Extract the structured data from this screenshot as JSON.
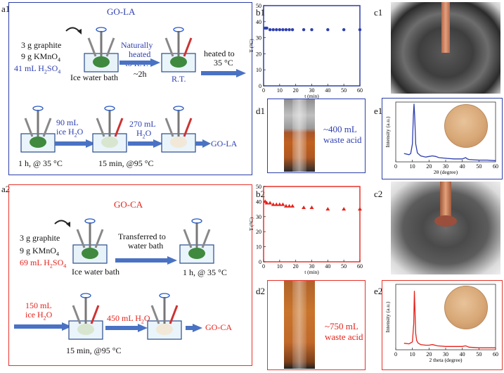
{
  "panels": {
    "a1": "a1",
    "a2": "a2",
    "b1": "b1",
    "b2": "b2",
    "c1": "c1",
    "c2": "c2",
    "d1": "d1",
    "d2": "d2",
    "e1": "e1",
    "e2": "e2"
  },
  "a1": {
    "title": "GO-LA",
    "reagent1": "3 g graphite",
    "reagent2": "9 g  KMnO",
    "reagent2_sub": "4",
    "reagent3": "41 mL H",
    "reagent3_sub1": "2",
    "reagent3_mid": "SO",
    "reagent3_sub2": "4",
    "bath1": "Ice water bath",
    "step1a": "Naturally",
    "step1b": "heated",
    "step1c": "to R.T.",
    "step1d": "~2h",
    "rt": "R.T.",
    "step2a": "heated to",
    "step2b": "35 °C",
    "water1a": "90 mL",
    "water1b": "ice H",
    "water1b_sub": "2",
    "water1b_end": "O",
    "water2a": "270 mL",
    "water2b": "H",
    "water2b_sub": "2",
    "water2b_end": "O",
    "cond1": "1 h, @ 35 °C",
    "cond2": "15 min, @95 °C",
    "product": "GO-LA"
  },
  "a2": {
    "title": "GO-CA",
    "reagent1": "3 g graphite",
    "reagent2": "9 g  KMnO",
    "reagent2_sub": "4",
    "reagent3": "69 mL H",
    "reagent3_sub1": "2",
    "reagent3_mid": "SO",
    "reagent3_sub2": "4",
    "bath1": "Ice water bath",
    "step1a": "Transferred to",
    "step1b": "water bath",
    "cond1": "1 h, @ 35 °C",
    "water1a": "150 mL",
    "water1b": "ice H",
    "water1b_sub": "2",
    "water1b_end": "O",
    "water2": "450 mL H",
    "water2_sub": "2",
    "water2_end": "O",
    "cond2": "15 min, @95 °C",
    "product": "GO-CA"
  },
  "d1": {
    "text1": "~400 mL",
    "text2": "waste acid"
  },
  "d2": {
    "text1": "~750 mL",
    "text2": "waste acid"
  },
  "colors": {
    "blue": "#2e3fb0",
    "red": "#e4231b",
    "blue_frame": "#2d3fa8",
    "red_frame": "#e8322b"
  },
  "chart_data": [
    {
      "id": "b1",
      "type": "scatter",
      "xlabel": "t (min)",
      "ylabel": "T (°C)",
      "xlim": [
        0,
        60
      ],
      "ylim": [
        0,
        50
      ],
      "xticks": [
        0,
        10,
        20,
        30,
        40,
        50,
        60
      ],
      "yticks": [
        0,
        10,
        20,
        30,
        40,
        50
      ],
      "marker": "circle",
      "color": "#2e3fb0",
      "x": [
        1,
        2,
        4,
        6,
        8,
        10,
        12,
        14,
        16,
        18,
        25,
        30,
        40,
        50,
        60
      ],
      "y": [
        36,
        36,
        35,
        35,
        35,
        35,
        35,
        35,
        35,
        35,
        35,
        35,
        35,
        35,
        35
      ]
    },
    {
      "id": "b2",
      "type": "scatter",
      "xlabel": "t (min)",
      "ylabel": "T (°C)",
      "xlim": [
        0,
        60
      ],
      "ylim": [
        0,
        50
      ],
      "xticks": [
        0,
        10,
        20,
        30,
        40,
        50,
        60
      ],
      "yticks": [
        0,
        10,
        20,
        30,
        40,
        50
      ],
      "marker": "triangle",
      "color": "#e4231b",
      "x": [
        1,
        2,
        4,
        6,
        8,
        10,
        12,
        14,
        16,
        18,
        25,
        30,
        40,
        50,
        60
      ],
      "y": [
        40,
        39,
        39,
        38,
        38,
        38,
        38,
        37,
        37,
        37,
        36,
        36,
        35,
        35,
        35
      ]
    },
    {
      "id": "e1",
      "type": "line",
      "xlabel": "2θ (degree)",
      "ylabel": "Intensity (a.u.)",
      "xlim": [
        0,
        60
      ],
      "xticks": [
        0,
        10,
        20,
        30,
        40,
        50,
        60
      ],
      "color": "#2e3fb0",
      "x": [
        5,
        8,
        9,
        10,
        10.6,
        11,
        11.4,
        12,
        13,
        15,
        18,
        20,
        22,
        24,
        26,
        30,
        35,
        40,
        42,
        43,
        44,
        50,
        55,
        60
      ],
      "y": [
        0.14,
        0.12,
        0.14,
        0.3,
        0.78,
        0.97,
        0.75,
        0.3,
        0.15,
        0.1,
        0.08,
        0.09,
        0.1,
        0.09,
        0.07,
        0.06,
        0.05,
        0.05,
        0.07,
        0.05,
        0.04,
        0.03,
        0.03,
        0.02
      ]
    },
    {
      "id": "e2",
      "type": "line",
      "xlabel": "2 theta (degree)",
      "ylabel": "Intensity (a.u.)",
      "xlim": [
        0,
        60
      ],
      "xticks": [
        0,
        10,
        20,
        30,
        40,
        50,
        60
      ],
      "color": "#e4231b",
      "x": [
        5,
        8,
        10,
        10.8,
        11.2,
        11.6,
        12,
        12.6,
        13.5,
        15,
        18,
        20,
        22,
        25,
        30,
        35,
        40,
        42,
        43,
        44,
        50,
        55,
        60
      ],
      "y": [
        0.1,
        0.09,
        0.12,
        0.4,
        0.9,
        0.55,
        0.25,
        0.14,
        0.1,
        0.08,
        0.07,
        0.07,
        0.08,
        0.06,
        0.05,
        0.05,
        0.05,
        0.06,
        0.05,
        0.04,
        0.03,
        0.03,
        0.03
      ]
    }
  ]
}
